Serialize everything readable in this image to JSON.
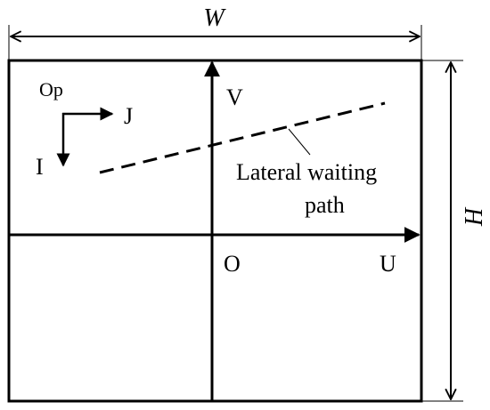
{
  "dimensions": {
    "width_label": "W",
    "height_label": "H"
  },
  "axes": {
    "u_label": "U",
    "v_label": "V",
    "origin_label": "O"
  },
  "image_frame": {
    "origin_label": "Op",
    "i_label": "I",
    "j_label": "J"
  },
  "path": {
    "line1": "Lateral waiting",
    "line2": "path"
  },
  "colors": {
    "stroke": "#000000",
    "background": "#ffffff"
  }
}
